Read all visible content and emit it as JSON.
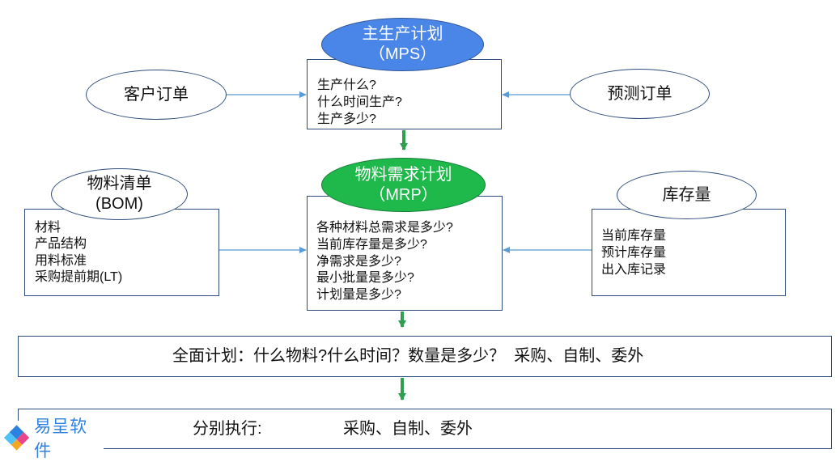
{
  "mps": {
    "title": "主生产计划",
    "subtitle": "（MPS）",
    "questions": [
      "生产什么?",
      "什么时间生产?",
      "生产多少?"
    ]
  },
  "customer_order": "客户订单",
  "forecast_order": "预测订单",
  "mrp": {
    "title": "物料需求计划",
    "subtitle": "（MRP）",
    "questions": [
      "各种材料总需求是多少?",
      "当前库存量是多少?",
      "净需求是多少?",
      "最小批量是多少?",
      "计划量是多少?"
    ]
  },
  "bom": {
    "title": "物料清单",
    "subtitle": "(BOM)",
    "items": [
      "材料",
      "产品结构",
      "用料标准",
      "采购提前期(LT)"
    ]
  },
  "inventory": {
    "title": "库存量",
    "items": [
      "当前库存量",
      "预计库存量",
      "出入库记录"
    ]
  },
  "overall_plan": "全面计划：什么物料?什么时间？数量是多少？  采购、自制、委外",
  "execution": {
    "label": "分别执行:",
    "methods": "采购、自制、委外"
  },
  "logo": {
    "text": "易呈软件",
    "icon": "diamond-logo-icon"
  },
  "colors": {
    "mps_fill": "#4A86E8",
    "mrp_fill": "#1FB84A",
    "box_border": "#2E4D7B",
    "connector_blue": "#5B9BD5",
    "connector_green": "#2E9E4F",
    "logo_text": "#2D7FE0"
  }
}
